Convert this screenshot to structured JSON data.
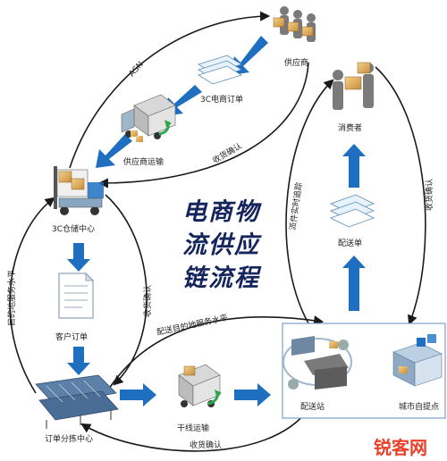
{
  "nodes": {
    "supplier": "供应商",
    "order_3c": "3C电商订单",
    "supplier_transport": "供应商运输",
    "warehouse_3c": "3C仓储中心",
    "customer_order": "客户订单",
    "sorting_center": "订单分拣中心",
    "trunk_transport": "干线运输",
    "delivery_station": "配送站",
    "city_pickup": "城市自提点",
    "delivery_note": "配送单",
    "consumer": "消费者"
  },
  "edges": {
    "asn": "ASN",
    "receipt_confirm_top": "收货确认",
    "receipt_confirm_left": "收货确认",
    "receipt_confirm_right": "收货确认",
    "receipt_confirm_bottom": "收货确认",
    "service_level_left": "目的地服务水平",
    "service_level_mid": "配送目的地服务水平",
    "realtime_tracking": "派件实时追踪"
  },
  "title_lines": [
    "电商物",
    "流供应",
    "链流程"
  ],
  "watermark": "锐客网",
  "colors": {
    "arrow_blue": "#1f6fc0",
    "title_navy": "#14245c",
    "arc_line": "#1a1a1a"
  }
}
